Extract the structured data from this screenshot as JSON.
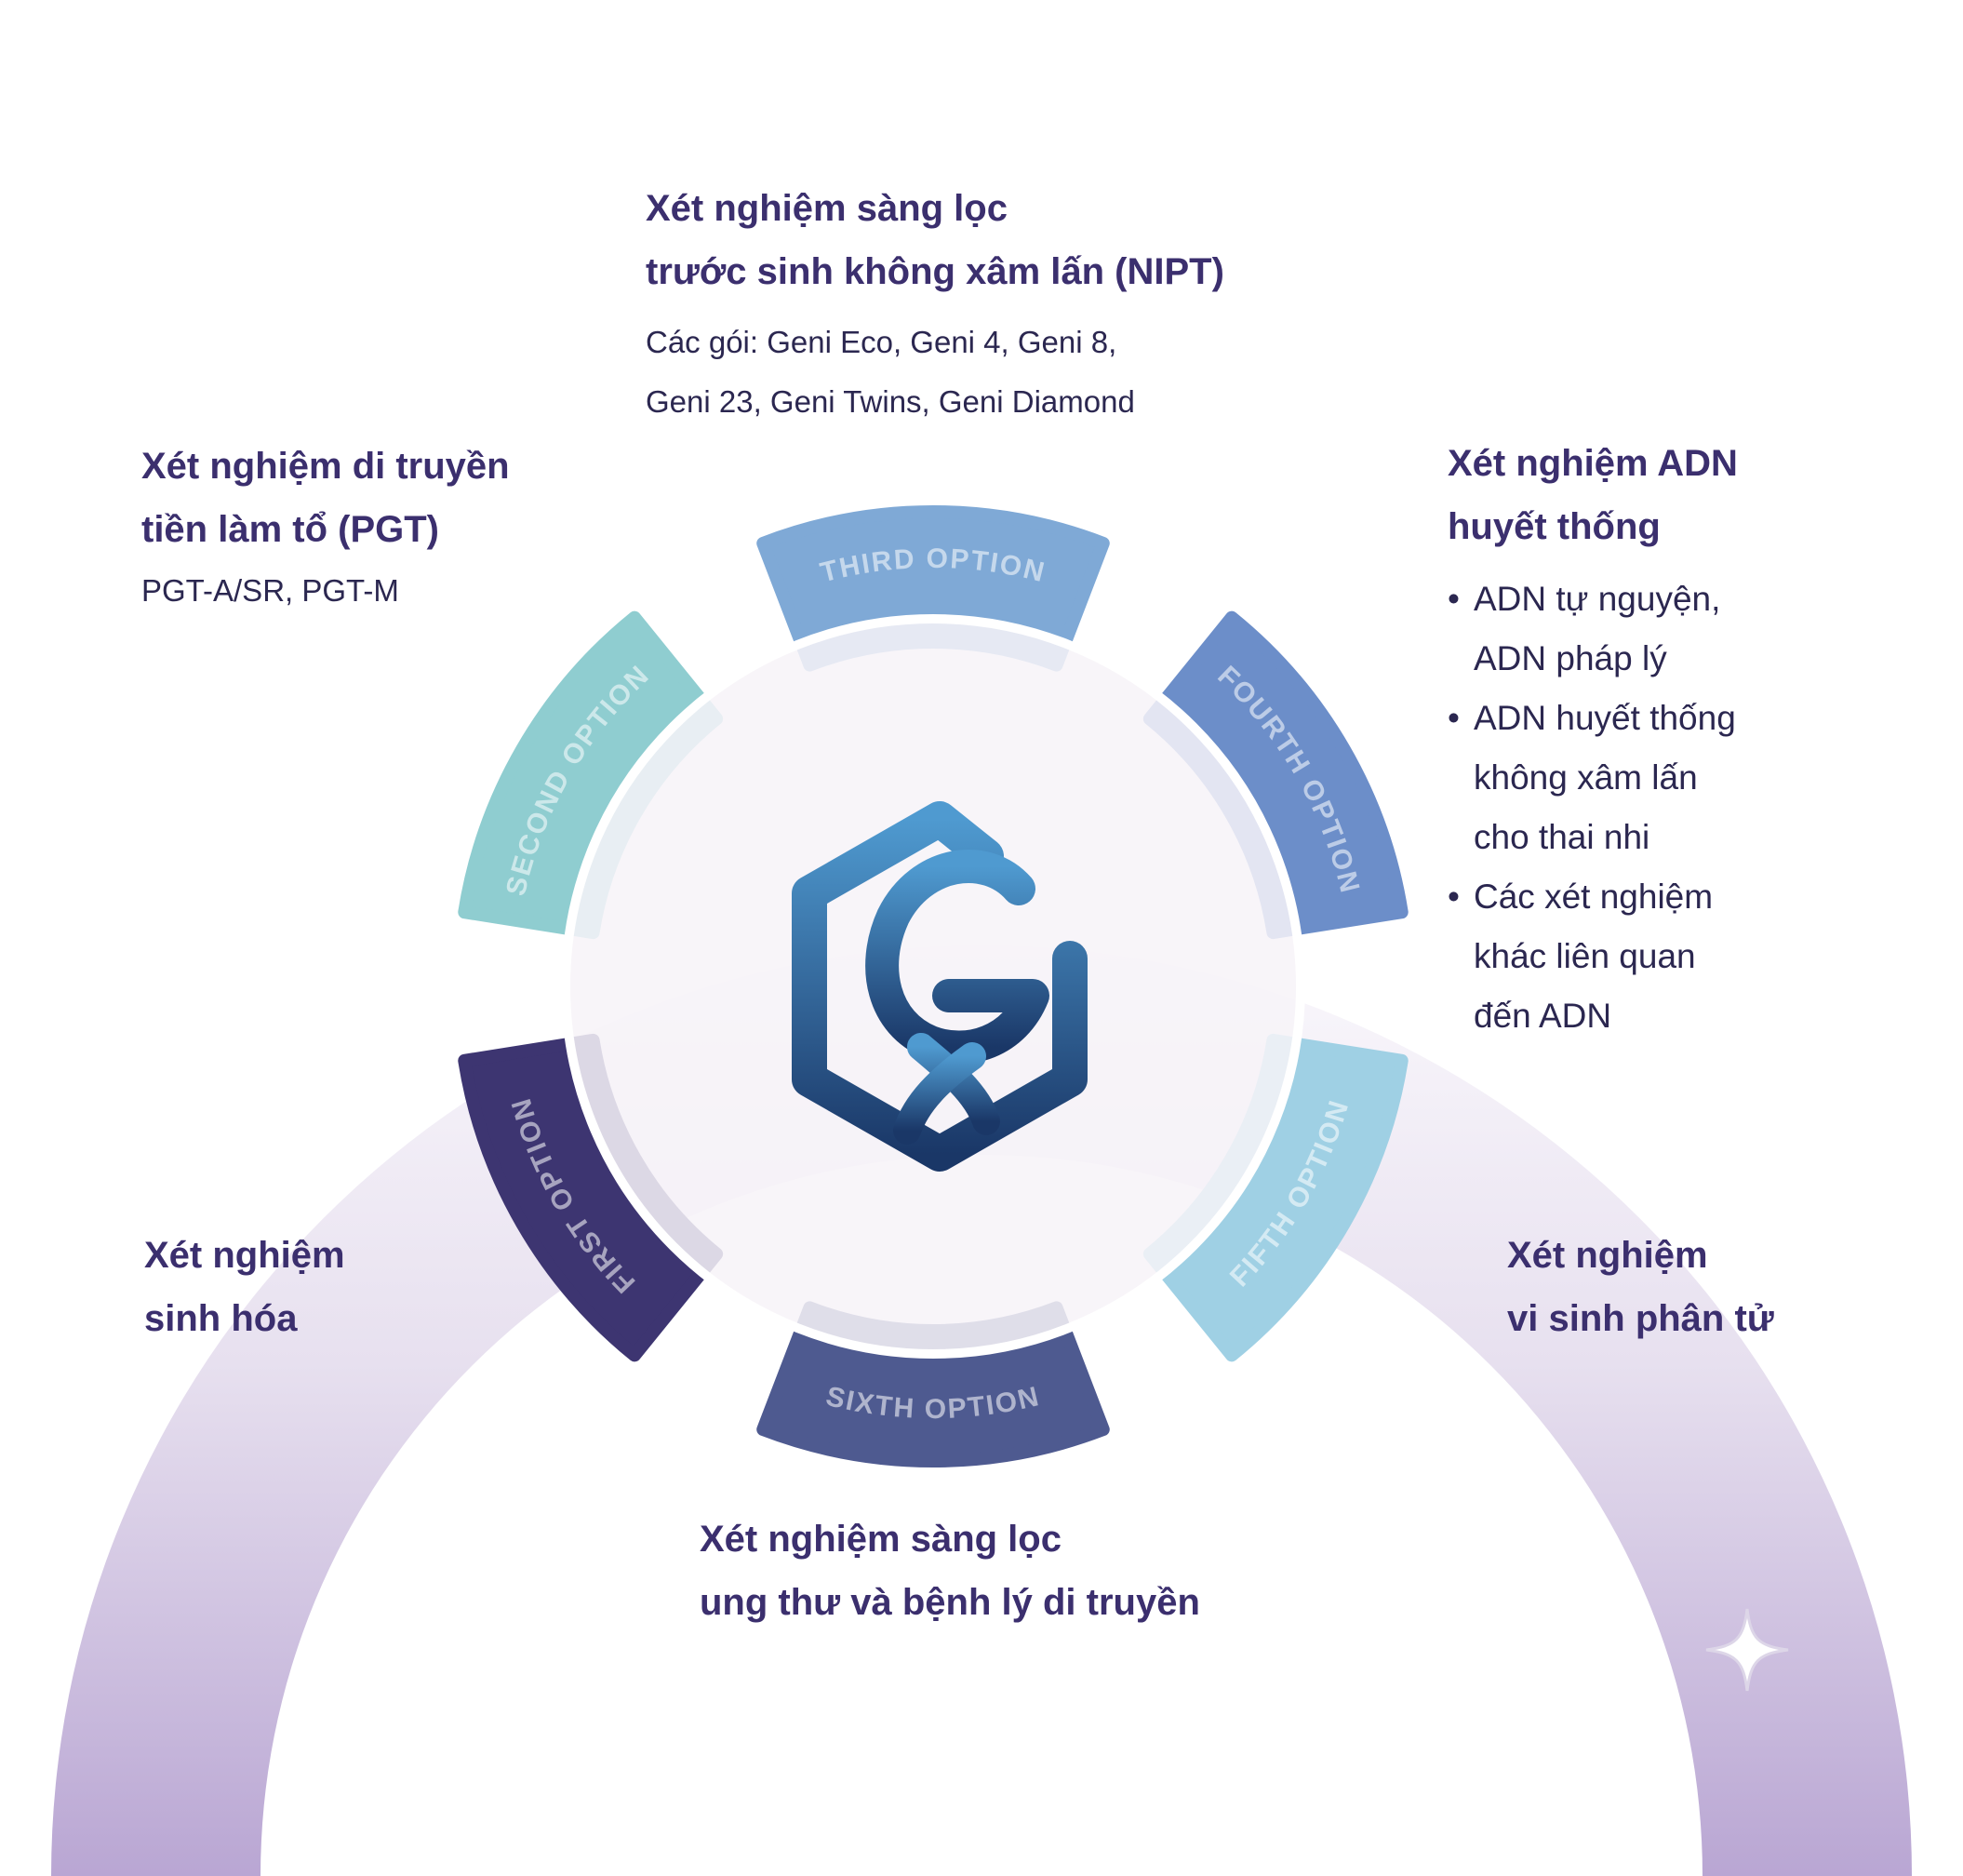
{
  "colors": {
    "first": "#3d3571",
    "second": "#8fcdd0",
    "third": "#7fa9d6",
    "fourth": "#6c8ec9",
    "fifth": "#9fd0e4",
    "sixth": "#4e5a90",
    "title_text": "#3b2f6e",
    "body_text": "#2b2750",
    "logo_dark": "#1a3767",
    "logo_light": "#4f9ad0"
  },
  "wheel": {
    "segments": [
      {
        "key": "first",
        "label": "FIRST OPTION"
      },
      {
        "key": "second",
        "label": "SECOND OPTION"
      },
      {
        "key": "third",
        "label": "THIRD OPTION"
      },
      {
        "key": "fourth",
        "label": "FOURTH OPTION"
      },
      {
        "key": "fifth",
        "label": "FIFTH OPTION"
      },
      {
        "key": "sixth",
        "label": "SIXTH OPTION"
      }
    ]
  },
  "options": {
    "top": {
      "title": [
        "Xét nghiệm sàng lọc",
        "trước sinh không xâm lấn (NIPT)"
      ],
      "sub": [
        "Các gói: Geni Eco, Geni 4, Geni 8,",
        "Geni  23, Geni Twins, Geni Diamond"
      ]
    },
    "first": {
      "title": [
        "Xét nghiệm di truyền",
        "tiền làm tổ (PGT)"
      ],
      "sub": [
        "PGT-A/SR, PGT-M"
      ]
    },
    "third": {
      "title": [
        "Xét nghiệm ADN",
        "huyết thống"
      ],
      "bullets": [
        [
          "ADN tự nguyện,",
          "ADN pháp lý"
        ],
        [
          "ADN huyết thống",
          "không xâm lấn",
          "cho thai nhi"
        ],
        [
          "Các xét nghiệm",
          "khác liên quan",
          "đến ADN"
        ]
      ]
    },
    "sixth": {
      "title": [
        "Xét nghiệm",
        "sinh hóa"
      ]
    },
    "fourth": {
      "title": [
        "Xét nghiệm",
        "vi sinh phân tử"
      ]
    },
    "fifth": {
      "title": [
        "Xét nghiệm sàng lọc",
        "ung thư và bệnh lý di truyền"
      ]
    }
  }
}
